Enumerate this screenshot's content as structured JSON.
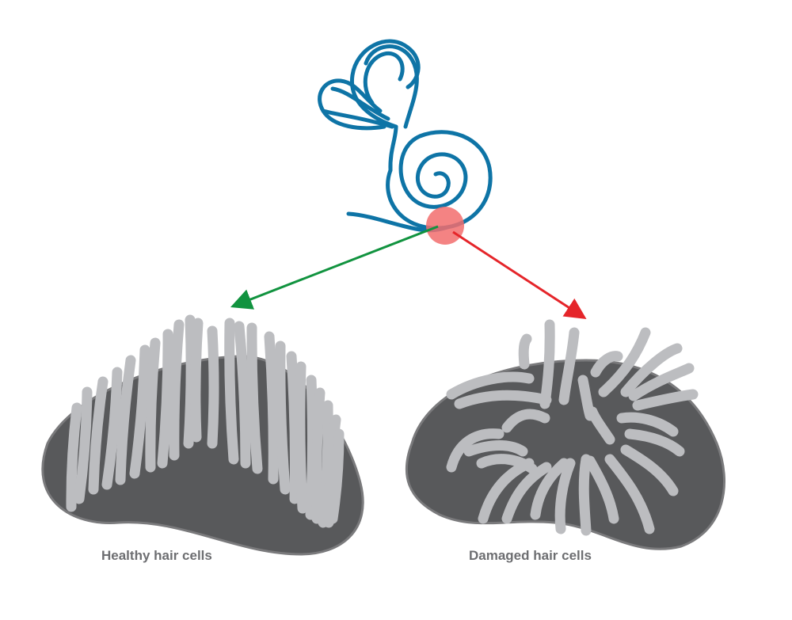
{
  "labels": {
    "healthy": "Healthy hair cells",
    "damaged": "Damaged hair cells"
  },
  "colors": {
    "inner_ear": "#0e74a6",
    "highlight": "#f26d6d",
    "healthy_arrow": "#11933f",
    "damaged_arrow": "#e5252a",
    "tissue": "#58595b",
    "tissue_outline": "#7a7a7c",
    "hair_cell": "#bcbdc0"
  },
  "icons": {
    "inner_ear": "cochlea-icon",
    "highlight": "highlight-circle",
    "healthy_arrow": "arrow-down-left",
    "damaged_arrow": "arrow-down-right"
  }
}
